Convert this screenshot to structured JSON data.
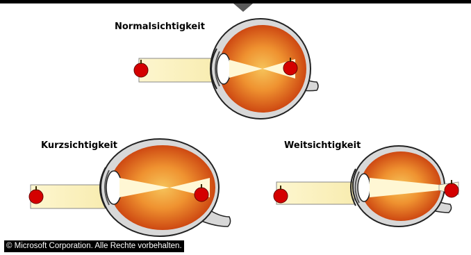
{
  "diagrams": [
    {
      "label": "Normalsichtigkeit"
    },
    {
      "label": "Kurzsichtigkeit"
    },
    {
      "label": "Weitsichtigkeit"
    }
  ],
  "footer": {
    "copyright": "© Microsoft Corporation. Alle Rechte vorbehalten."
  },
  "colors": {
    "eye_inner": "#d24a10",
    "eye_outer": "#f7b347",
    "sclera_fill": "#d8d8d8",
    "sclera_stroke": "#222222",
    "light_beam": "#fbf3c2",
    "light_cone": "#fff7d4",
    "apple_red": "#d40000",
    "background": "#ffffff"
  },
  "icons": [
    "apple-icon",
    "eye-icon",
    "lens-icon"
  ]
}
